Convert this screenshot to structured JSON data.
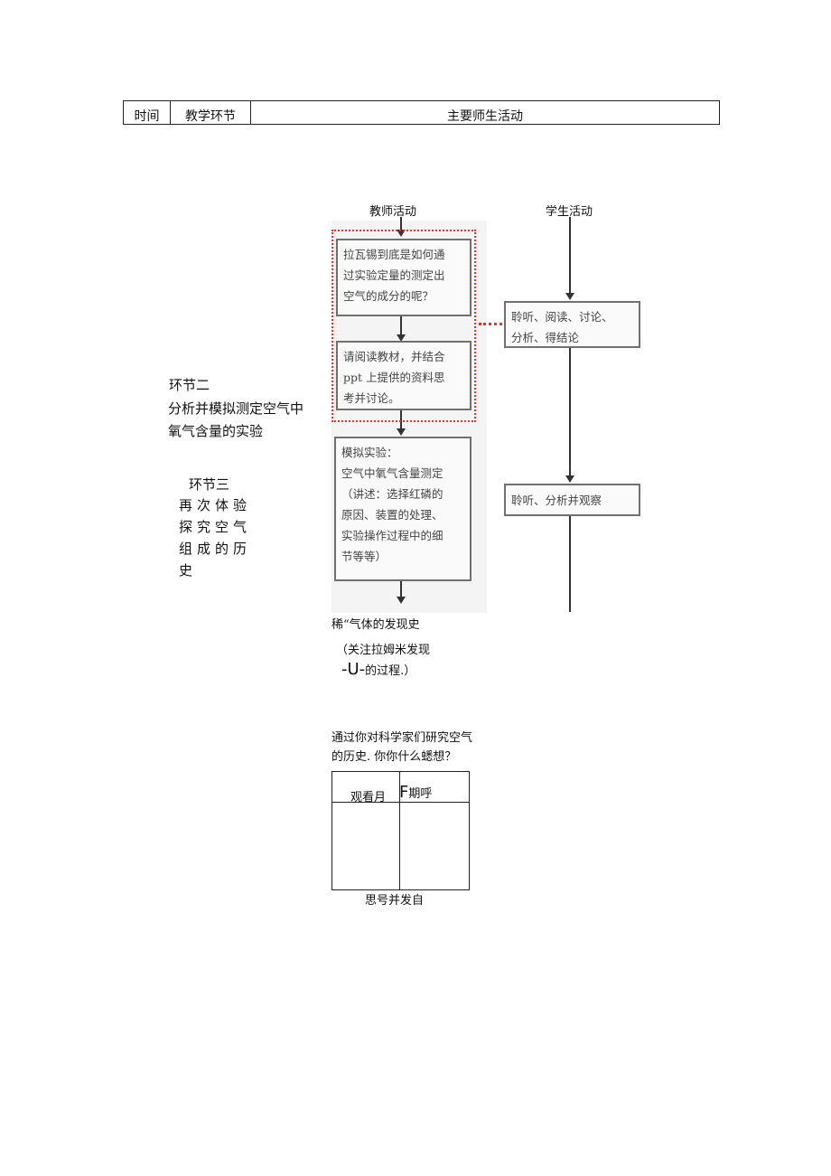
{
  "header": {
    "col_time": "时间",
    "col_section": "教学环节",
    "col_activity": "主要师生活动"
  },
  "section2": {
    "title": "环节二",
    "line1": "分析并模拟测定空气中",
    "line2": "氧气含量的实验"
  },
  "section3": {
    "title": "环节三",
    "line1": "再次体验",
    "line2": "探究空气",
    "line3": "组成的历",
    "line4": "史"
  },
  "flow": {
    "teacher_head": "教师活动",
    "student_head": "学生活动",
    "box1": [
      "拉瓦锡到底是如何通",
      "过实验定量的测定出",
      "空气的成分的呢？"
    ],
    "box2": [
      "请阅读教材，并结合",
      "ppt 上提供的资料思",
      "考并讨论。"
    ],
    "box3": [
      "模拟实验：",
      "空气中氧气含量测定",
      "（讲述：选择红磷的",
      "原因、装置的处理、",
      "实验操作过程中的细",
      "节等等）"
    ],
    "sbox1": [
      "聆听、阅读、讨论、",
      "分析、得结论"
    ],
    "sbox2": [
      "聆听、分析并观察"
    ]
  },
  "notes": {
    "history": "稀“气体的发现史",
    "focus": "（关注拉姆米发现",
    "process_glyph": "-U-",
    "process_text": "的过程.）",
    "question1": "通过你对科学家们研究空气",
    "question2": "的历史. 你你什么蟋想？"
  },
  "small_table": {
    "left": "观看月",
    "right_glyph": "F",
    "right": "期呼",
    "caption": "思号并发自"
  }
}
